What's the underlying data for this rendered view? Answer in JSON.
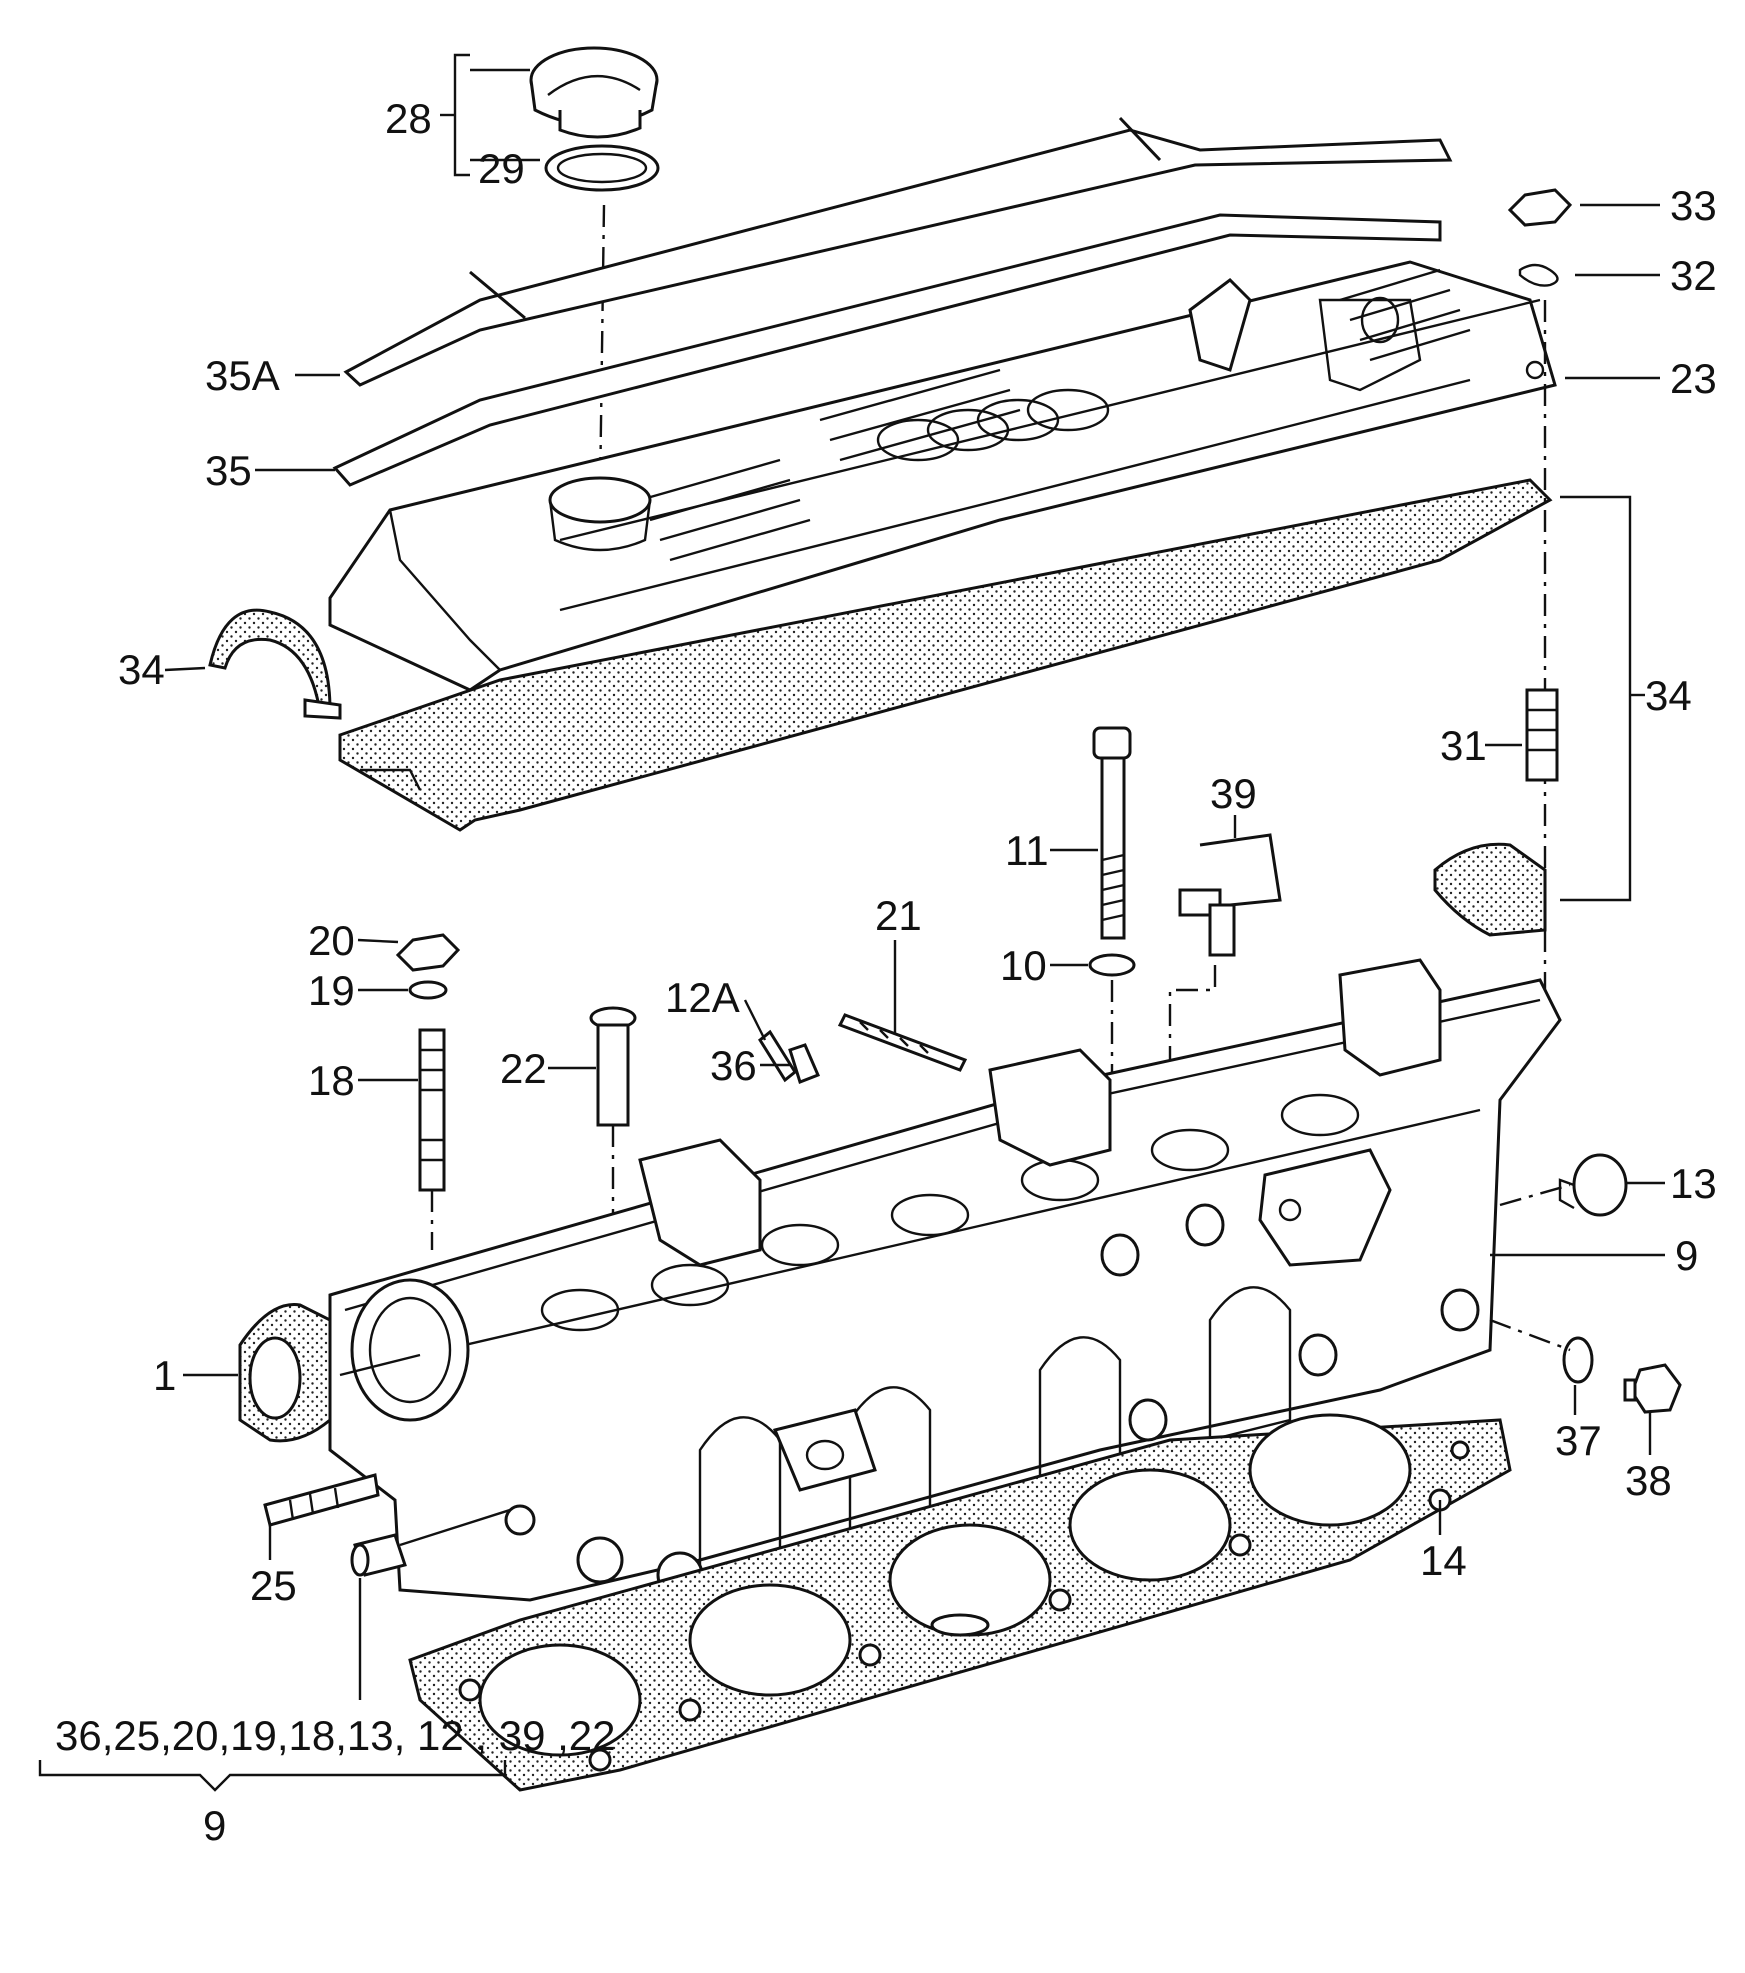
{
  "labels": {
    "p1": "1",
    "p9": "9",
    "p10": "10",
    "p11": "11",
    "p12A": "12A",
    "p13": "13",
    "p14": "14",
    "p18": "18",
    "p19": "19",
    "p20": "20",
    "p21": "21",
    "p22": "22",
    "p23": "23",
    "p25": "25",
    "p28": "28",
    "p29": "29",
    "p31": "31",
    "p32": "32",
    "p33": "33",
    "p34_left": "34",
    "p34_right": "34",
    "p35": "35",
    "p35A": "35A",
    "p36": "36",
    "p37": "37",
    "p38": "38",
    "p39": "39",
    "footer_items": "36,25,20,19,18,13, 12 , 39 ,22",
    "footer_group": "9"
  }
}
